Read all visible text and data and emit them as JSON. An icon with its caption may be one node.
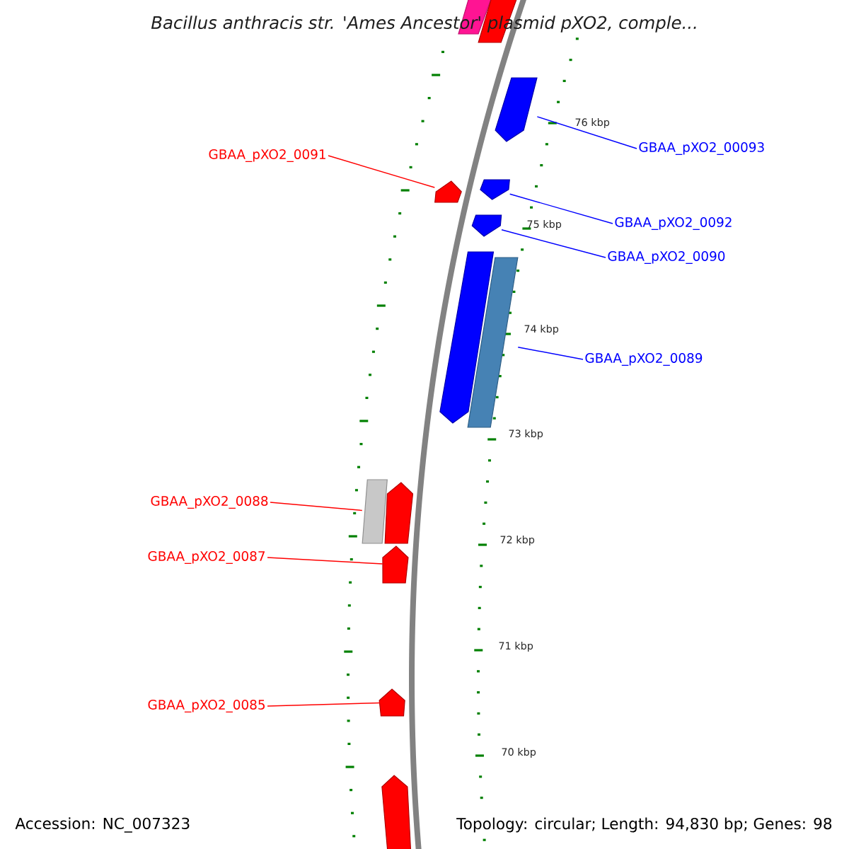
{
  "diagram": {
    "title": "*Bacillus anthracis* str. 'Ames Ancestor' plasmid pXO2, comple...",
    "nodes": [
      {
        "text": [
          "GBAA_pXO2_00093"
        ]
      },
      {
        "text": [
          "GBAA_pXO2_0091"
        ]
      },
      {
        "text": [
          "GBAA_pXO2_0092"
        ]
      },
      {
        "text": [
          "GBAA_pXO2_0090"
        ]
      },
      {
        "text": [
          "GBAA_pXO2_0089"
        ]
      },
      {
        "text": [
          "GBAA_pXO2_0088"
        ]
      },
      {
        "text": [
          "GBAA_pXO2_0087"
        ]
      },
      {
        "text": [
          "GBAA_pXO2_0085"
        ]
      },
      {
        "text": [],
        "shape": "arrow"
      },
      {
        "text": [],
        "shape": "arrow"
      },
      {
        "text": [],
        "shape": "arrow"
      },
      {
        "text": [],
        "shape": "arrow"
      },
      {
        "text": [],
        "shape": "bar"
      },
      {
        "text": [],
        "shape": "bar"
      },
      {
        "text": [],
        "shape": "arrow"
      },
      {
        "text": [],
        "shape": "arrow"
      },
      {
        "text": [],
        "shape": "arrow"
      },
      {
        "text": [],
        "shape": "arrow"
      },
      {
        "text": [],
        "shape": "arrow"
      },
      {
        "text": [],
        "shape": "arrow"
      },
      {
        "text": [],
        "shape": "arrow"
      }
    ],
    "edges": [
      {
        "from": 0,
        "to": 8,
        "arrow": "none",
        "color": "#0000ff"
      },
      {
        "from": 1,
        "to": 9,
        "arrow": "none",
        "color": "#ff0000"
      },
      {
        "from": 2,
        "to": 10,
        "arrow": "none",
        "color": "#0000ff"
      },
      {
        "from": 3,
        "to": 11,
        "arrow": "none",
        "color": "#0000ff"
      },
      {
        "from": 4,
        "to": 12,
        "arrow": "none",
        "color": "#0000ff"
      },
      {
        "from": 5,
        "to": 13,
        "arrow": "none",
        "color": "#ff0000"
      },
      {
        "from": 6,
        "to": 14,
        "arrow": "none",
        "color": "#ff0000"
      },
      {
        "from": 7,
        "to": 15,
        "arrow": "none",
        "color": "#ff0000"
      }
    ],
    "labels": [
      "76 kbp",
      "75 kbp",
      "74 kbp",
      "73 kbp",
      "72 kbp",
      "71 kbp",
      "70 kbp",
      "Accession: NC_007323",
      "Topology: circular; Length: 94,830 bp; Genes: 98"
    ]
  }
}
